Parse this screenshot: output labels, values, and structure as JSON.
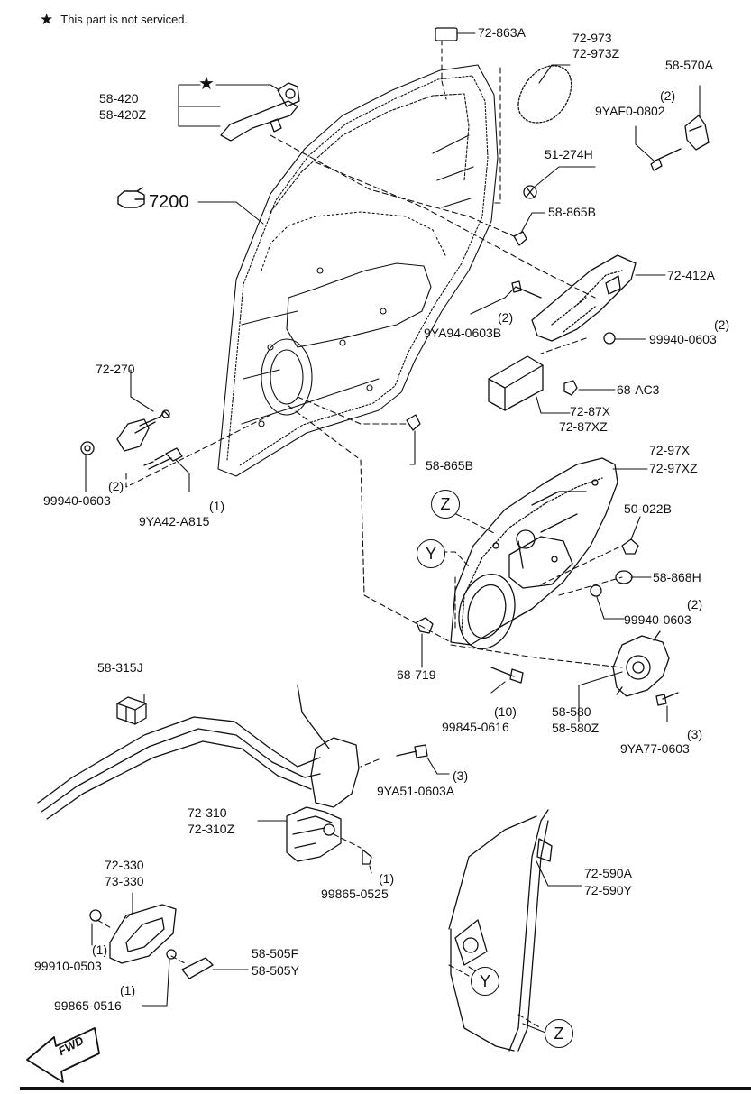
{
  "note": {
    "symbol": "★",
    "text": "This part is not serviced."
  },
  "labels": {
    "p_72_863A": "72-863A",
    "p_72_973": "72-973",
    "p_72_973Z": "72-973Z",
    "p_58_570A": "58-570A",
    "p_9YAF0_qty": "(2)",
    "p_9YAF0": "9YAF0-0802",
    "p_58_420": "58-420",
    "p_58_420Z": "58-420Z",
    "p_51_274H": "51-274H",
    "p_58_865B_top": "58-865B",
    "p_7200": "7200",
    "p_72_412A": "72-412A",
    "p_9YA94_qty": "(2)",
    "p_9YA94": "9YA94-0603B",
    "p_99940_a_qty": "(2)",
    "p_99940_a": "99940-0603",
    "p_68_AC3": "68-AC3",
    "p_72_87X": "72-87X",
    "p_72_87XZ": "72-87XZ",
    "p_72_270": "72-270",
    "p_58_865B_mid": "58-865B",
    "p_72_97X": "72-97X",
    "p_72_97XZ": "72-97XZ",
    "p_99940_b_qty": "(2)",
    "p_99940_b": "99940-0603",
    "p_9YA42_qty": "(1)",
    "p_9YA42": "9YA42-A815",
    "p_50_022B": "50-022B",
    "p_58_868H": "58-868H",
    "p_99940_c_qty": "(2)",
    "p_99940_c": "99940-0603",
    "p_68_719": "68-719",
    "p_99845_qty": "(10)",
    "p_99845": "99845-0616",
    "p_58_580": "58-580",
    "p_58_580Z": "58-580Z",
    "p_9YA77_qty": "(3)",
    "p_9YA77": "9YA77-0603",
    "p_58_315J": "58-315J",
    "p_9YA51_qty": "(3)",
    "p_9YA51": "9YA51-0603A",
    "p_72_310": "72-310",
    "p_72_310Z": "72-310Z",
    "p_99865_a_qty": "(1)",
    "p_99865_a": "99865-0525",
    "p_72_330": "72-330",
    "p_73_330": "73-330",
    "p_72_590A": "72-590A",
    "p_72_590Y": "72-590Y",
    "p_99910_qty": "(1)",
    "p_99910": "99910-0503",
    "p_58_505F": "58-505F",
    "p_58_505Y": "58-505Y",
    "p_99865_b_qty": "(1)",
    "p_99865_b": "99865-0516"
  },
  "callouts": {
    "z": "Z",
    "y": "Y"
  },
  "fwd": "FWD",
  "icons": {
    "star": "star-icon",
    "pointing_hand": "pointing-hand-icon",
    "fwd_arrow": "fwd-arrow-icon"
  }
}
